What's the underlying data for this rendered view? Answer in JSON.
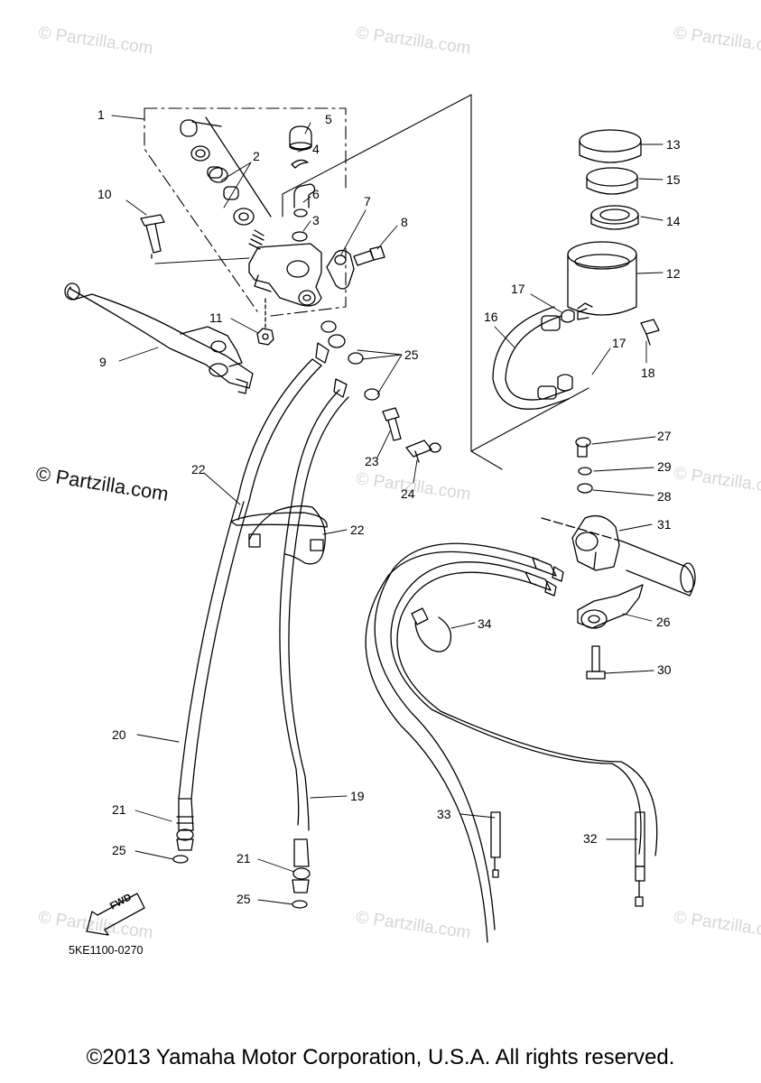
{
  "watermark": {
    "small_text": "© Partzilla.com",
    "large_text": "© Partzilla.com"
  },
  "diagram": {
    "reference_code": "5KE1100-0270",
    "fwd_label": "FWD",
    "callouts": [
      {
        "id": "c1",
        "label": "1"
      },
      {
        "id": "c2",
        "label": "2"
      },
      {
        "id": "c3",
        "label": "3"
      },
      {
        "id": "c4",
        "label": "4"
      },
      {
        "id": "c5",
        "label": "5"
      },
      {
        "id": "c6",
        "label": "6"
      },
      {
        "id": "c7",
        "label": "7"
      },
      {
        "id": "c8",
        "label": "8"
      },
      {
        "id": "c9",
        "label": "9"
      },
      {
        "id": "c10",
        "label": "10"
      },
      {
        "id": "c11",
        "label": "11"
      },
      {
        "id": "c12",
        "label": "12"
      },
      {
        "id": "c13",
        "label": "13"
      },
      {
        "id": "c14",
        "label": "14"
      },
      {
        "id": "c15",
        "label": "15"
      },
      {
        "id": "c16",
        "label": "16"
      },
      {
        "id": "c17a",
        "label": "17"
      },
      {
        "id": "c17b",
        "label": "17"
      },
      {
        "id": "c18",
        "label": "18"
      },
      {
        "id": "c19",
        "label": "19"
      },
      {
        "id": "c20",
        "label": "20"
      },
      {
        "id": "c21a",
        "label": "21"
      },
      {
        "id": "c21b",
        "label": "21"
      },
      {
        "id": "c22a",
        "label": "22"
      },
      {
        "id": "c22b",
        "label": "22"
      },
      {
        "id": "c23",
        "label": "23"
      },
      {
        "id": "c24",
        "label": "24"
      },
      {
        "id": "c25a",
        "label": "25"
      },
      {
        "id": "c25b",
        "label": "25"
      },
      {
        "id": "c25c",
        "label": "25"
      },
      {
        "id": "c26",
        "label": "26"
      },
      {
        "id": "c27",
        "label": "27"
      },
      {
        "id": "c28",
        "label": "28"
      },
      {
        "id": "c29",
        "label": "29"
      },
      {
        "id": "c30",
        "label": "30"
      },
      {
        "id": "c31",
        "label": "31"
      },
      {
        "id": "c32",
        "label": "32"
      },
      {
        "id": "c33",
        "label": "33"
      },
      {
        "id": "c34",
        "label": "34"
      }
    ]
  },
  "footer": {
    "copyright": "©2013 Yamaha Motor Corporation, U.S.A. All rights reserved."
  }
}
